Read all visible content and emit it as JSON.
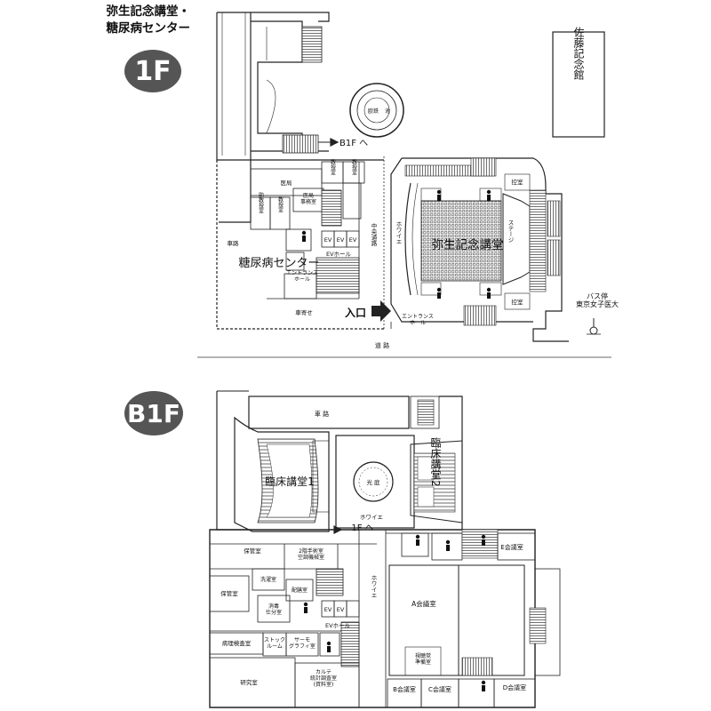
{
  "header": {
    "line1": "弥生記念講堂・",
    "line2": "糖尿病センター"
  },
  "floors": {
    "f1": "1F",
    "b1": "B1F"
  },
  "f1_labels": {
    "sato": "佐藤記念館",
    "pond": "池",
    "pond_inner": "欧鉄",
    "to_b1f": "B1F へ",
    "iryo": "医局",
    "iryo_jimu": "医局\n事務室",
    "kyoju1": "教授室",
    "kyoju2": "教授室",
    "kyoju3": "教授室",
    "jokyo": "助教授室",
    "ev1": "EV",
    "ev2": "EV",
    "ev3": "EV",
    "ev_hall": "EVホール",
    "entrance_hall_left": "エントランス\nホール",
    "road_vertical": "車路",
    "car_stop": "車寄せ",
    "diabetes_center": "糖尿病センター",
    "central_passage": "中央通路",
    "foyer": "ホワイエ",
    "yayoi_hall": "弥生記念講堂",
    "stage": "ステージ",
    "ctrl_top": "控室",
    "ctrl_bottom": "控室",
    "entrance": "入口",
    "entrance_hall_right": "エントランス\nホール",
    "bus_stop": "バス停\n東京女子医大",
    "road_bottom": "道 路"
  },
  "b1_labels": {
    "road_top": "車 路",
    "rinsho1": "臨床講堂1",
    "courtyard": "光 庭",
    "rinsho2": "臨床講堂2",
    "foyer": "ホワイエ",
    "to_1f": "1F へ",
    "hokan1": "保管室",
    "hokan2": "保管室",
    "op_room": "2階手術室\n空調機械室",
    "senjo": "洗濯室",
    "haizen": "配膳室",
    "shodoku": "消毒\n仕分室",
    "ev1": "EV",
    "ev2": "EV",
    "ev_hall": "EVホール",
    "stock": "ストック\nルーム",
    "thermo": "サーモ\nグラフィ室",
    "pathology": "病理検査室",
    "research": "研究室",
    "karte": "カルテ\n統計調査室\n(資料室)",
    "a_room": "A会議室",
    "av_prep": "視聴覚\n準備室",
    "b_room": "B会議室",
    "c_room": "C会議室",
    "d_room": "D会議室",
    "e_room": "E会議室"
  }
}
